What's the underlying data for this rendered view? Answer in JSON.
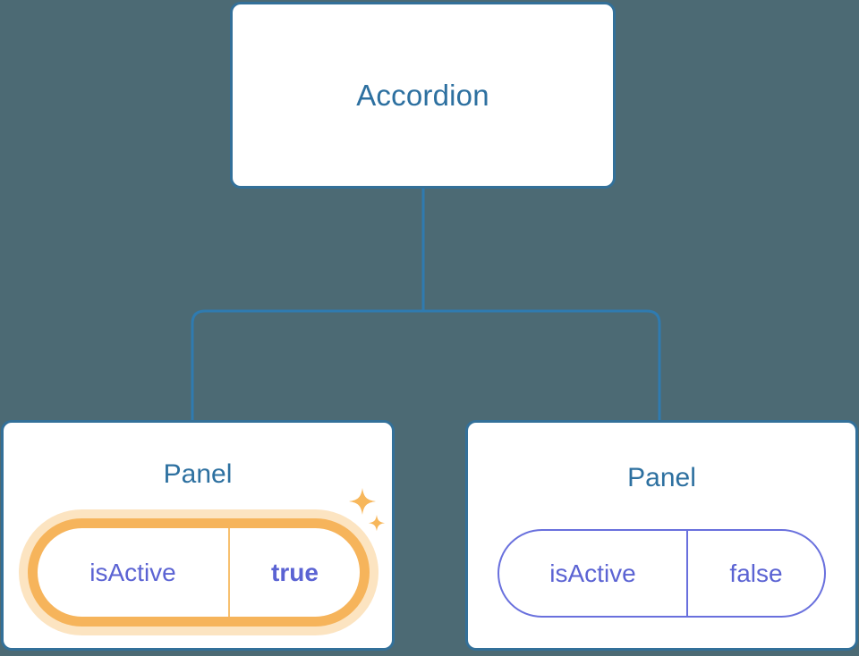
{
  "canvas": {
    "background_color": "#4C6A74",
    "node_border_color": "#337099",
    "node_title_color": "#2D70A0",
    "edge_color": "#2F7BB0",
    "property_text_color": "#5B63D3",
    "highlight_color": "#F6B45B",
    "highlight_glow_color": "#FBDFB0"
  },
  "tree": {
    "root": {
      "title": "Accordion"
    },
    "children": [
      {
        "title": "Panel",
        "highlighted": true,
        "property": {
          "key": "isActive",
          "value": "true",
          "value_bold": true
        },
        "decoration": "sparkles-icon"
      },
      {
        "title": "Panel",
        "highlighted": false,
        "property": {
          "key": "isActive",
          "value": "false",
          "value_bold": false
        }
      }
    ]
  }
}
